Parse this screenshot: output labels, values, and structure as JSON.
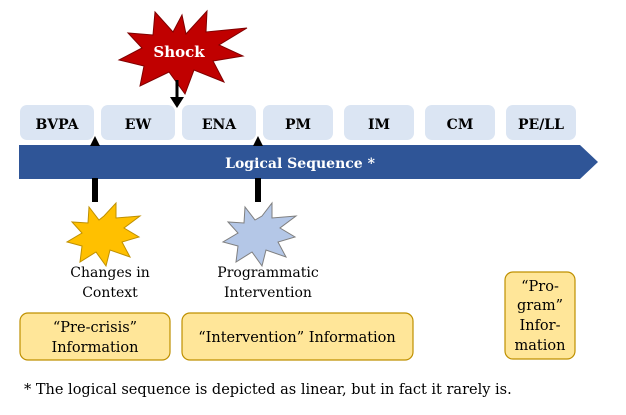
{
  "phases": [
    {
      "label": "BVPA"
    },
    {
      "label": "EW"
    },
    {
      "label": "ENA"
    },
    {
      "label": "PM"
    },
    {
      "label": "IM"
    },
    {
      "label": "CM"
    },
    {
      "label": "PE/LL"
    }
  ],
  "shock": {
    "label": "Shock"
  },
  "sequence": {
    "label": "Logical Sequence *"
  },
  "context": {
    "line1": "Changes in",
    "line2": "Context"
  },
  "intervention": {
    "line1": "Programmatic",
    "line2": "Intervention"
  },
  "info": {
    "precrisis": {
      "line1": "“Pre-crisis”",
      "line2": "Information"
    },
    "intervention": {
      "line1": "“Intervention” Information"
    },
    "program": {
      "line1": "“Pro-",
      "line2": "gram”",
      "line3": "Infor-",
      "line4": "mation"
    }
  },
  "footnote": "* The logical sequence is depicted as linear, but in fact it rarely is.",
  "colors": {
    "phase_fill": "#dbe5f3",
    "arrow_fill": "#2f5597",
    "shock_fill": "#c00000",
    "burst_yellow": "#ffc000",
    "burst_blue": "#b4c7e7",
    "info_fill": "#ffe699",
    "info_stroke": "#bf9000"
  }
}
